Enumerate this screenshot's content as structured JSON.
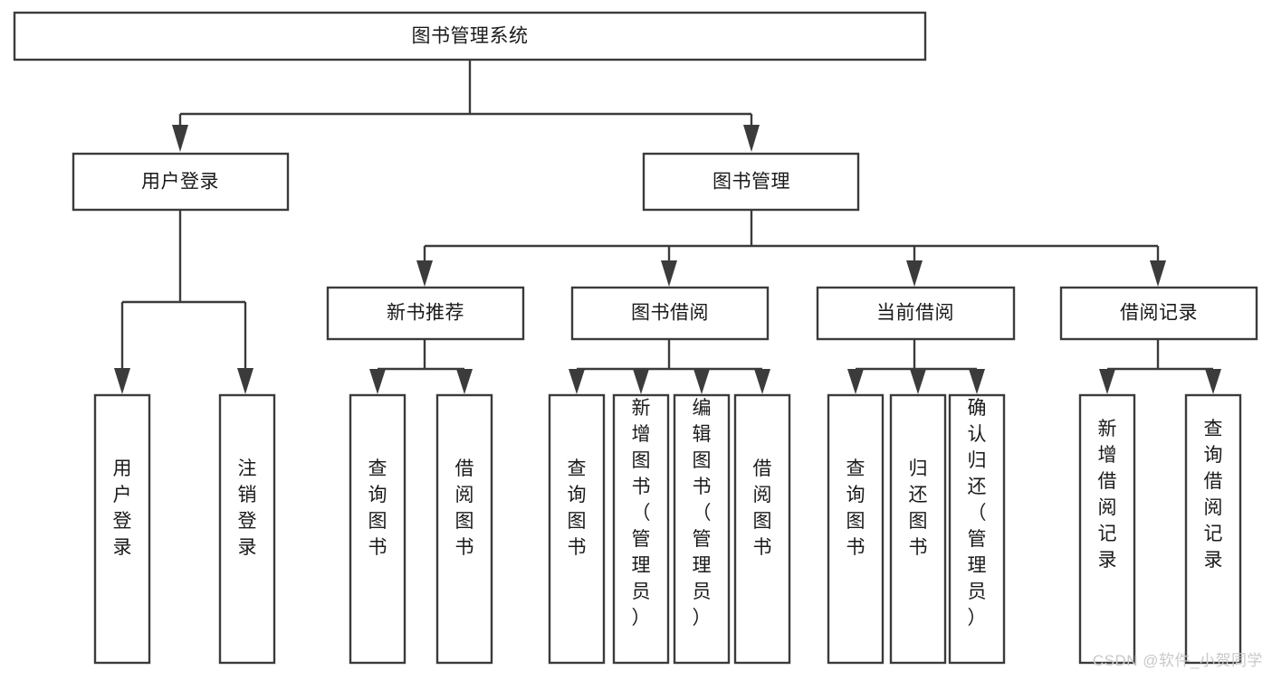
{
  "diagram": {
    "type": "tree-hierarchy-chart",
    "title": "图书管理系统",
    "colors": {
      "box_stroke": "#3b3b3b",
      "box_fill": "#ffffff",
      "connector": "#3b3b3b",
      "text": "#1a1a1a",
      "background": "#ffffff",
      "watermark": "#c9c9c9"
    },
    "root": {
      "label": "图书管理系统"
    },
    "level2": [
      {
        "label": "用户登录"
      },
      {
        "label": "图书管理"
      }
    ],
    "level3": [
      {
        "label": "新书推荐"
      },
      {
        "label": "图书借阅"
      },
      {
        "label": "当前借阅"
      },
      {
        "label": "借阅记录"
      }
    ],
    "leaves": {
      "user_login": [
        {
          "label": "用户登录"
        },
        {
          "label": "注销登录"
        }
      ],
      "new_book_recommend": [
        {
          "label": "查询图书"
        },
        {
          "label": "借阅图书"
        }
      ],
      "book_borrow": [
        {
          "label": "查询图书"
        },
        {
          "label": "新增图书（管理员）"
        },
        {
          "label": "编辑图书（管理员）"
        },
        {
          "label": "借阅图书"
        }
      ],
      "current_borrow": [
        {
          "label": "查询图书"
        },
        {
          "label": "归还图书"
        },
        {
          "label": "确认归还（管理员）"
        }
      ],
      "borrow_record": [
        {
          "label": "新增借阅记录"
        },
        {
          "label": "查询借阅记录"
        }
      ]
    }
  },
  "watermark": {
    "text": "CSDN @软件_小贺同学"
  }
}
